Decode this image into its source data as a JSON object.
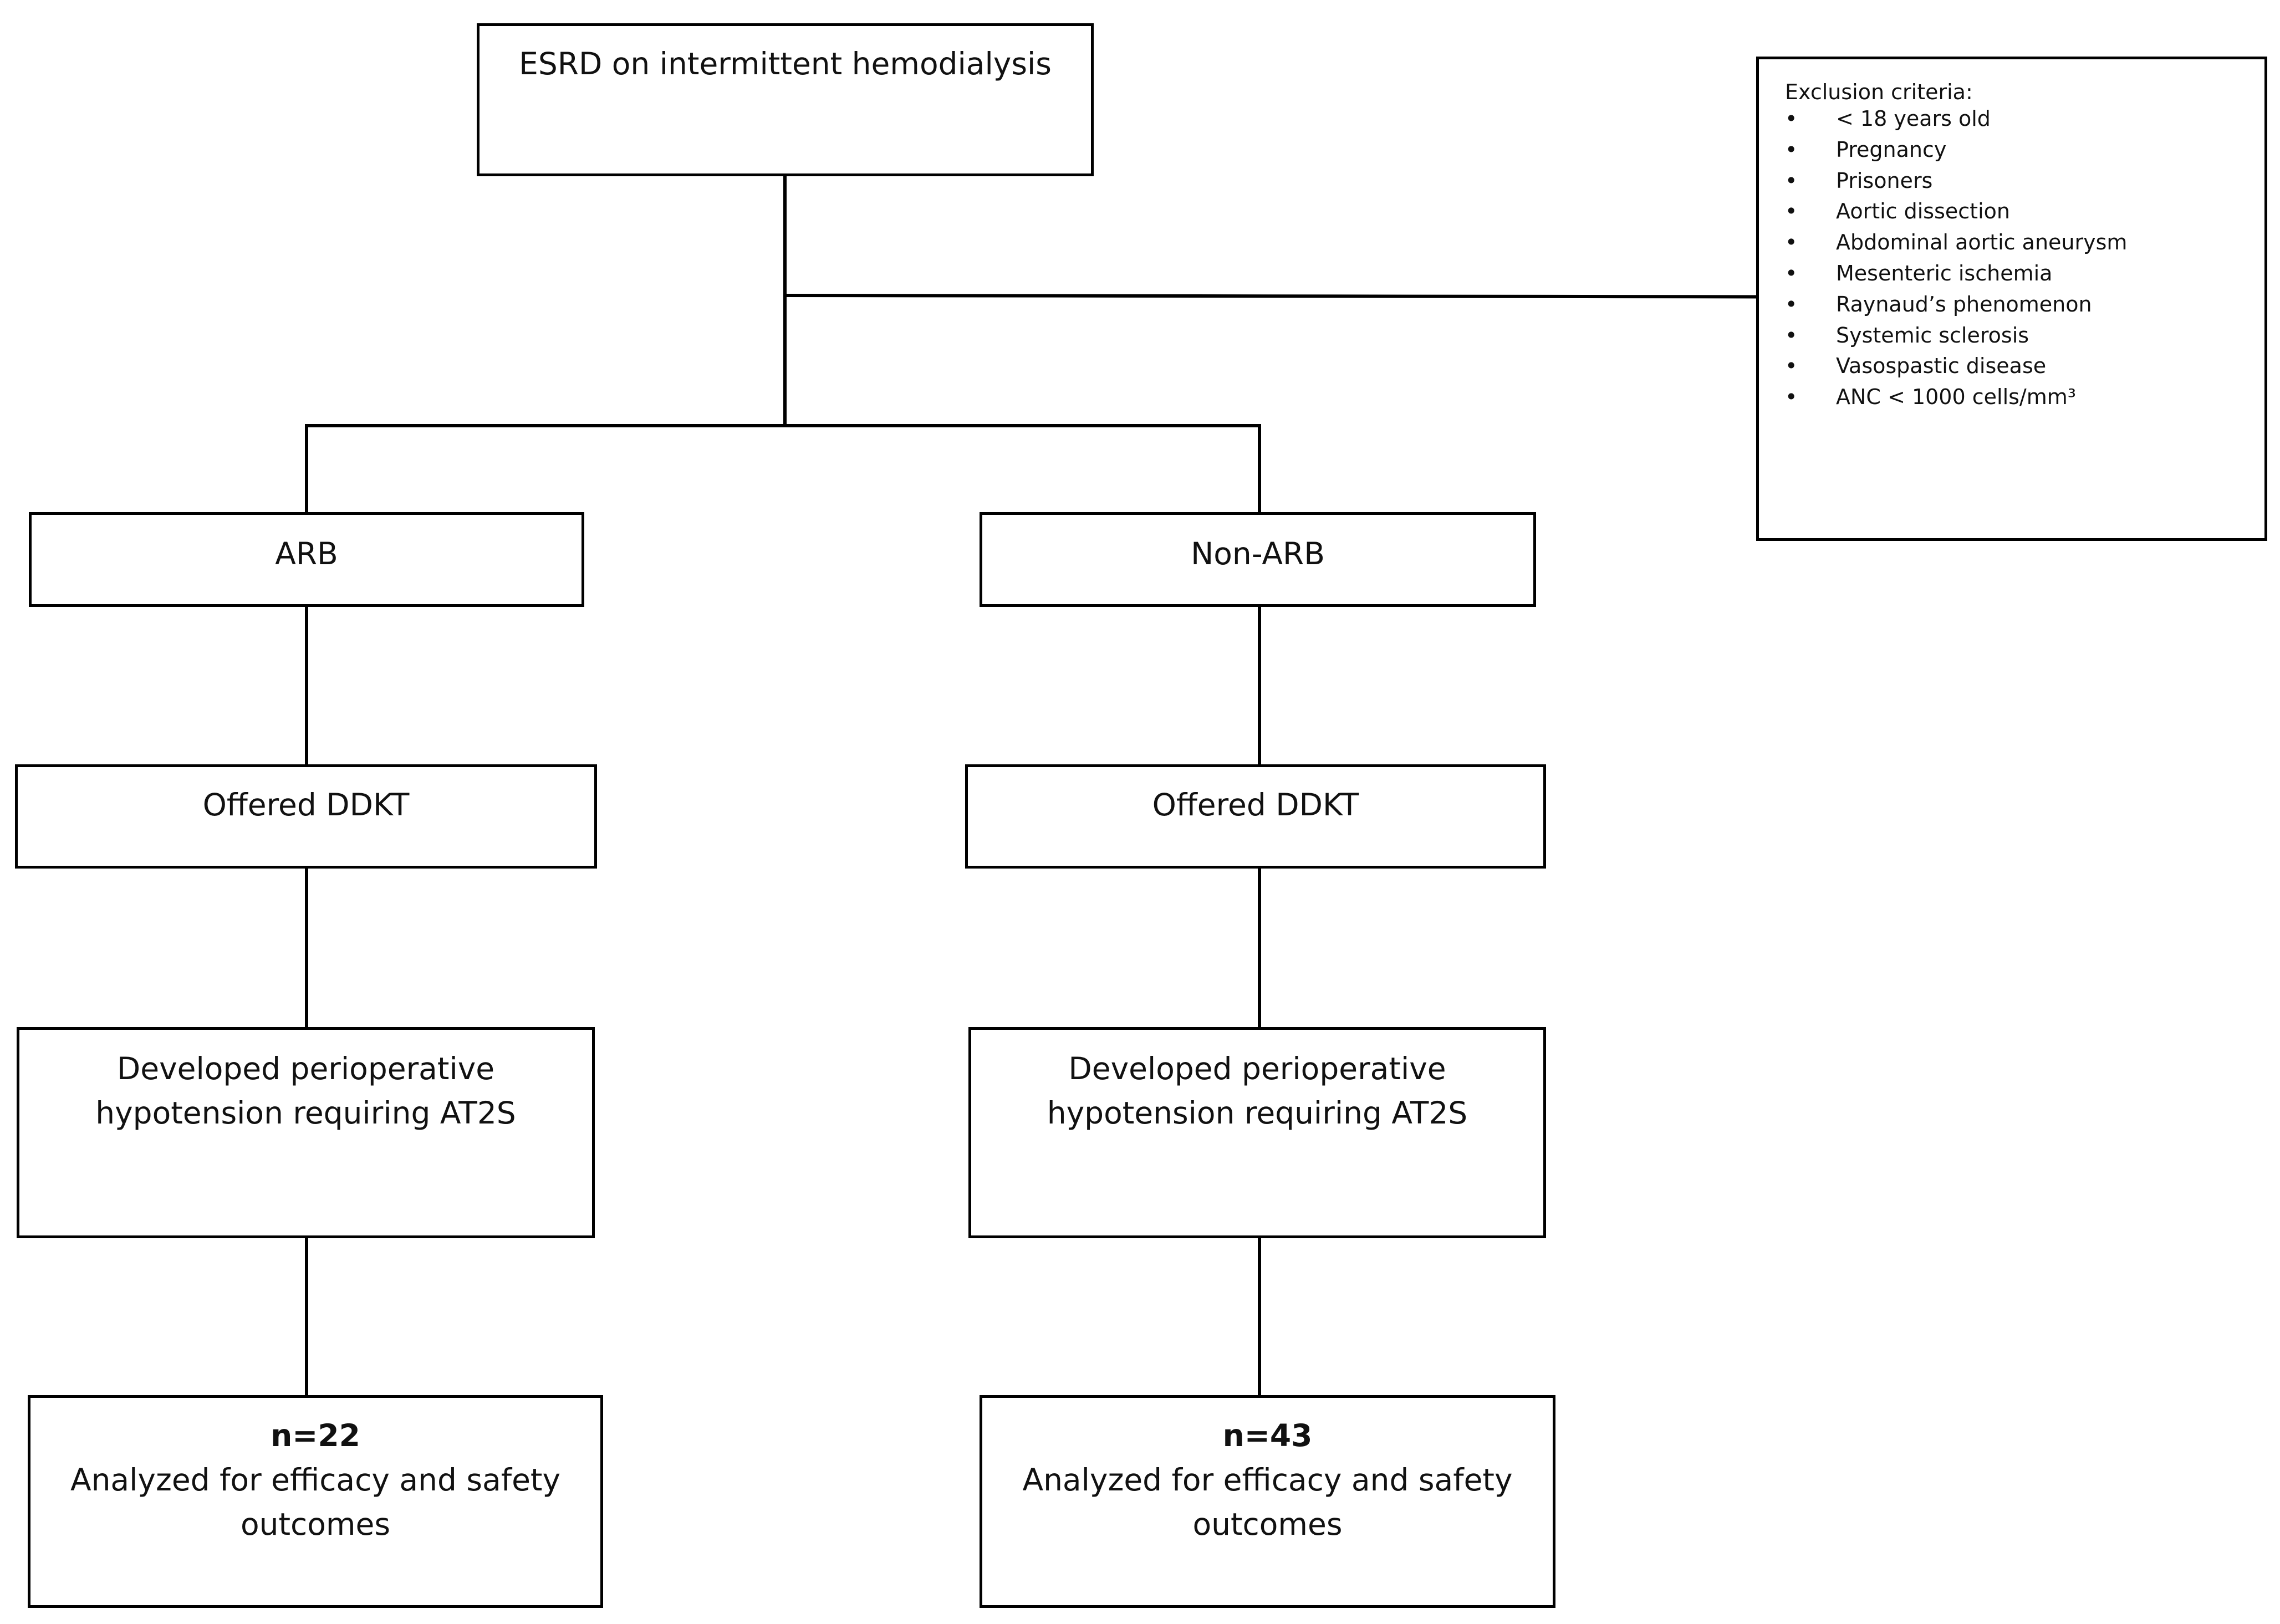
{
  "diagram": {
    "top_box": "ESRD on intermittent hemodialysis",
    "exclusion": {
      "heading": "Exclusion criteria:",
      "bullet": "•",
      "items": [
        "< 18 years old",
        "Pregnancy",
        "Prisoners",
        "Aortic dissection",
        "Abdominal aortic aneurysm",
        "Mesenteric ischemia",
        "Raynaud’s phenomenon",
        "Systemic sclerosis",
        "Vasospastic disease",
        "ANC < 1000 cells/mm³"
      ]
    },
    "left": {
      "group": "ARB",
      "offered": "Offered DDKT",
      "developed_line1": "Developed perioperative",
      "developed_line2": "hypotension requiring AT2S",
      "n": "n=22",
      "analyzed_line1": "Analyzed for efficacy and safety",
      "analyzed_line2": "outcomes"
    },
    "right": {
      "group": "Non-ARB",
      "offered": "Offered DDKT",
      "developed_line1": "Developed perioperative",
      "developed_line2": "hypotension requiring AT2S",
      "n": "n=43",
      "analyzed_line1": "Analyzed for efficacy and safety",
      "analyzed_line2": "outcomes"
    }
  }
}
